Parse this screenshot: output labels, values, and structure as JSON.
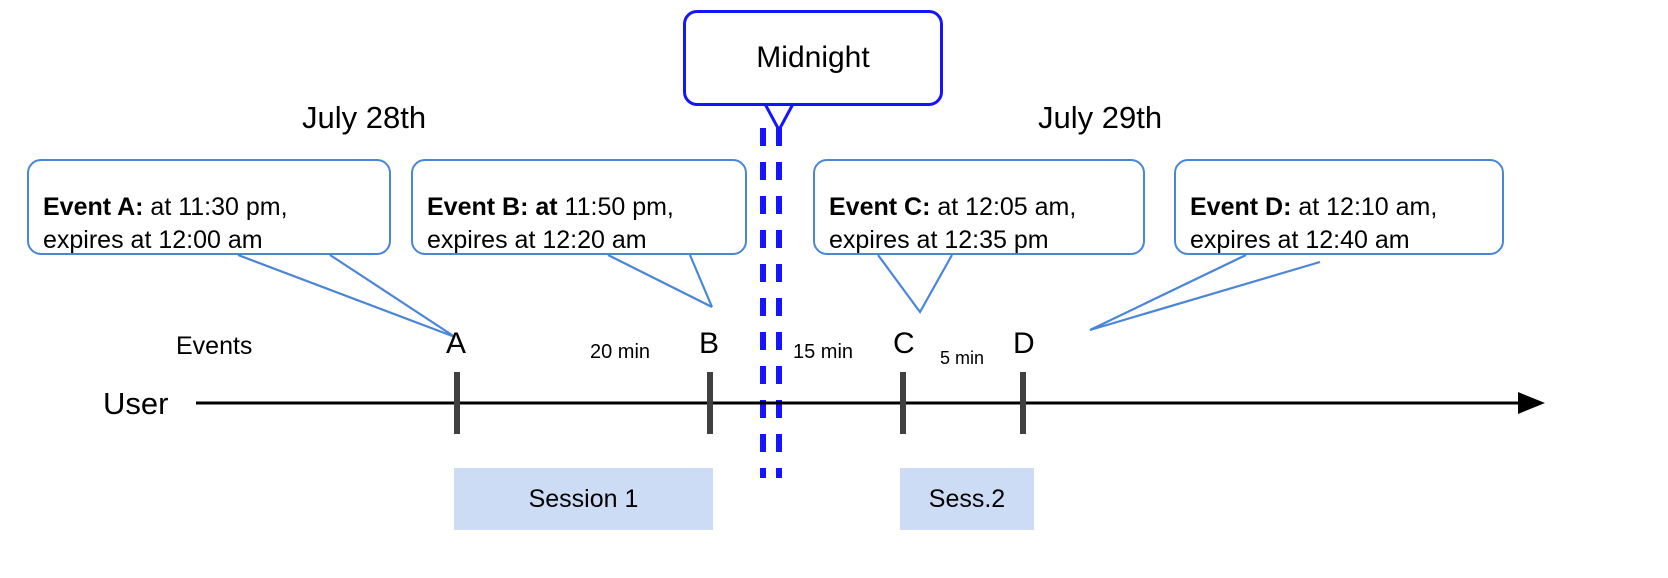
{
  "diagram": {
    "title_note": "Event expiry across midnight timeline",
    "background_color": "#ffffff",
    "callout_border_color": "#4a86d8",
    "midnight_border_color": "#1414ff",
    "midnight_dash_color": "#1414ff",
    "session_fill_color": "#ccdcf4",
    "axis_color": "#000000",
    "tick_color": "#404040"
  },
  "midnight": {
    "label": "Midnight"
  },
  "dates": [
    {
      "label": "July 28th"
    },
    {
      "label": "July 29th"
    }
  ],
  "rows": {
    "events_label": "Events",
    "user_label": "User"
  },
  "callouts": [
    {
      "id": "event-a",
      "bold": "Event A:",
      "rest": " at 11:30 pm,\nexpires at 12:00 am"
    },
    {
      "id": "event-b",
      "bold": "Event B: at",
      "rest": " 11:50 pm,\nexpires at 12:20 am"
    },
    {
      "id": "event-c",
      "bold": "Event C:",
      "rest": " at 12:05 am,\nexpires at 12:35 pm"
    },
    {
      "id": "event-d",
      "bold": "Event D:",
      "rest": "  at 12:10 am,\nexpires at 12:40 am"
    }
  ],
  "ticks": [
    {
      "label": "A"
    },
    {
      "label": "B"
    },
    {
      "label": "C"
    },
    {
      "label": "D"
    }
  ],
  "gaps": [
    {
      "label": "20 min"
    },
    {
      "label": "15 min"
    },
    {
      "label": "5 min"
    }
  ],
  "sessions": [
    {
      "label": "Session 1"
    },
    {
      "label": "Sess.2"
    }
  ]
}
